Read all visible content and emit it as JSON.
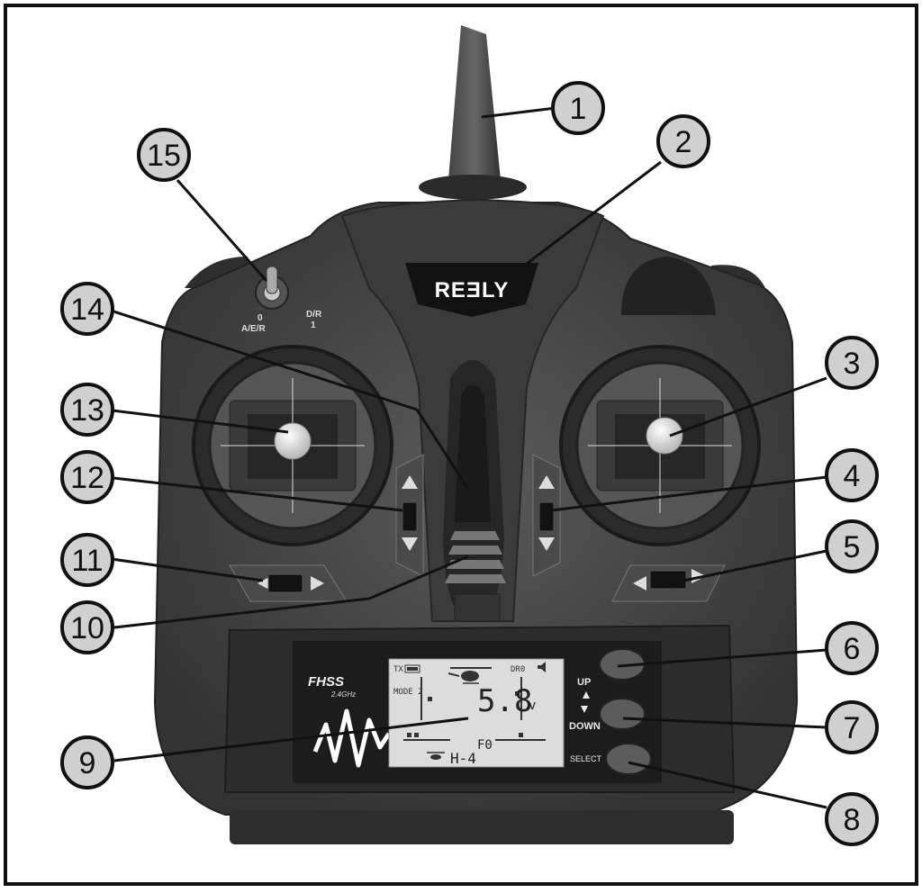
{
  "brand": {
    "logo_text": "REƎLY"
  },
  "lcd": {
    "fhss_text": "FHSS",
    "fhss_band": "2.4GHz",
    "tx_label": "TX",
    "mode_label": "MODE 2",
    "dr_label": "DR0",
    "voltage_text": "5.8",
    "voltage_unit": "v",
    "flight_mode": "F0",
    "model_name": "H-4"
  },
  "buttons": {
    "up": "UP",
    "down": "DOWN",
    "select": "SELECT"
  },
  "switch_labels": {
    "left": "A/E/R",
    "left_pos": "0",
    "right": "D/R",
    "right_pos": "1"
  },
  "callouts": [
    "1",
    "2",
    "3",
    "4",
    "5",
    "6",
    "7",
    "8",
    "9",
    "10",
    "11",
    "12",
    "13",
    "14",
    "15"
  ]
}
